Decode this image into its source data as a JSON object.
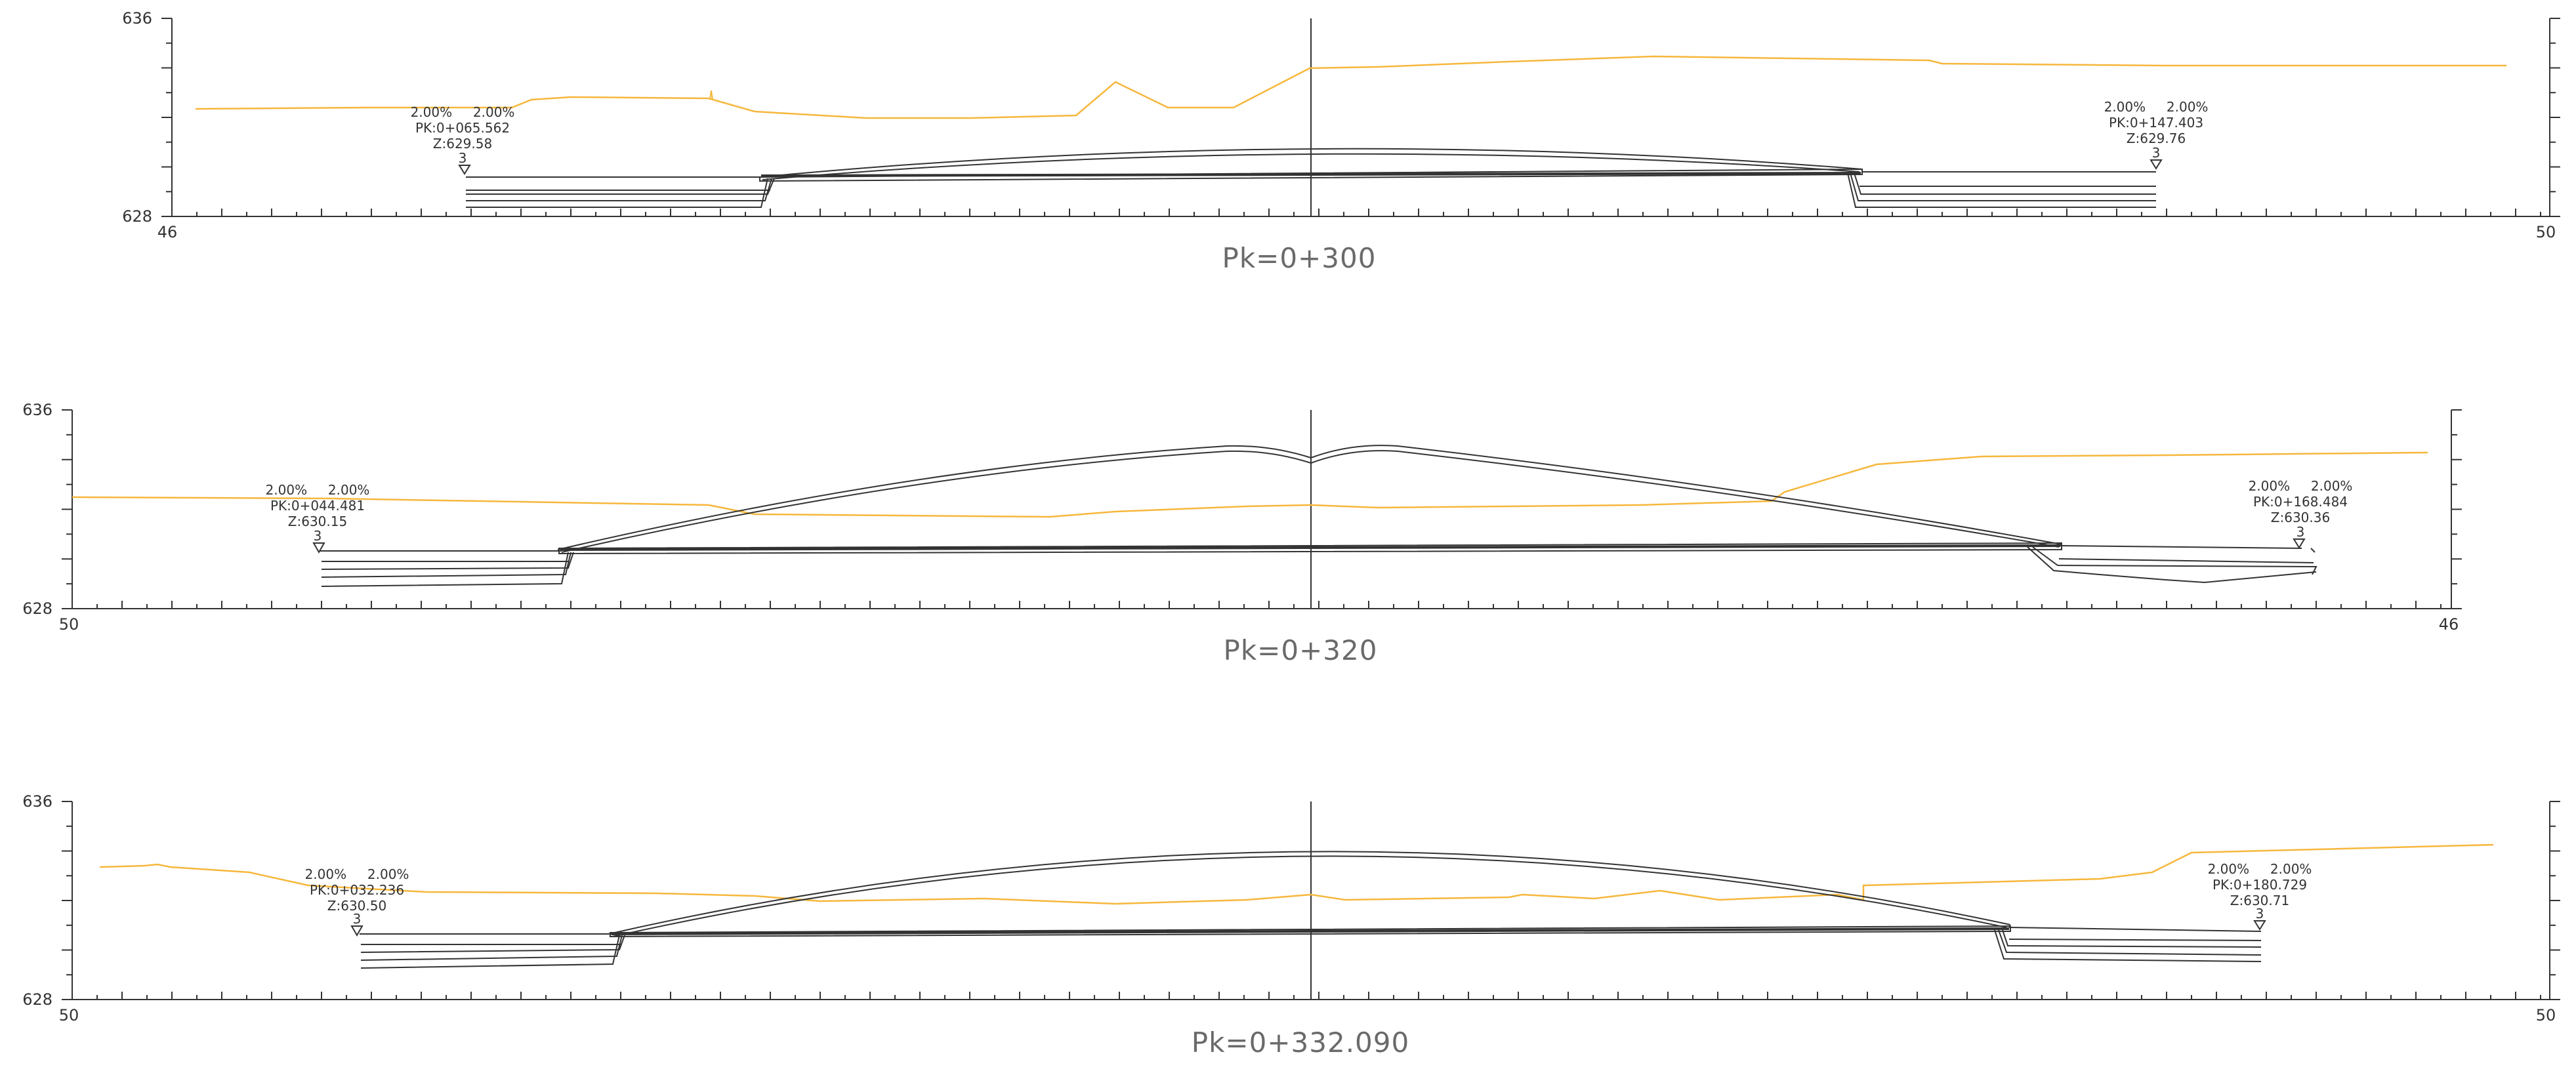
{
  "drawing": {
    "colors": {
      "line": "#333333",
      "terrain": "#f6b73c",
      "title": "#6a6a6a"
    },
    "sections": [
      {
        "title": "Pk=0+300",
        "y_top": "636",
        "y_bottom": "628",
        "x_left": "46",
        "x_right": "50",
        "left_marker": {
          "slopes": "2.00%     2.00%",
          "pk": "PK:0+065.562",
          "z": "Z:629.58",
          "num": "3"
        },
        "right_marker": {
          "slopes": "2.00%     2.00%",
          "pk": "PK:0+147.403",
          "z": "Z:629.76",
          "num": "3"
        }
      },
      {
        "title": "Pk=0+320",
        "y_top": "636",
        "y_bottom": "628",
        "x_left": "50",
        "x_right": "46",
        "left_marker": {
          "slopes": "2.00%     2.00%",
          "pk": "PK:0+044.481",
          "z": "Z:630.15",
          "num": "3"
        },
        "right_marker": {
          "slopes": "2.00%     2.00%",
          "pk": "PK:0+168.484",
          "z": "Z:630.36",
          "num": "3"
        }
      },
      {
        "title": "Pk=0+332.090",
        "y_top": "636",
        "y_bottom": "628",
        "x_left": "50",
        "x_right": "50",
        "left_marker": {
          "slopes": "2.00%     2.00%",
          "pk": "PK:0+032.236",
          "z": "Z:630.50",
          "num": "3"
        },
        "right_marker": {
          "slopes": "2.00%     2.00%",
          "pk": "PK:0+180.729",
          "z": "Z:630.71",
          "num": "3"
        }
      }
    ]
  }
}
